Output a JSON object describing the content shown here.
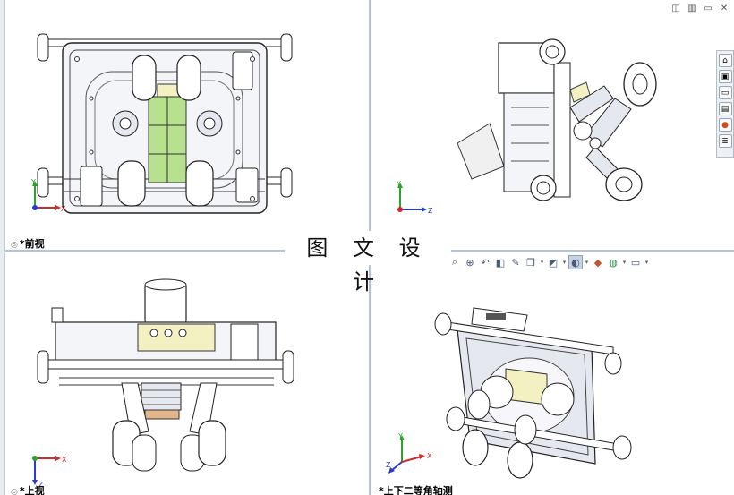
{
  "watermark": "图 文 设 计",
  "views": {
    "front": {
      "label": "*前视"
    },
    "right": {
      "label": ""
    },
    "top": {
      "label": "*上视"
    },
    "iso": {
      "label": "*上下二等角轴测"
    }
  },
  "triad": {
    "x": "X",
    "y": "Y",
    "z": "Z"
  },
  "window_controls": [
    "restore-icon",
    "tile-icon",
    "maximize-icon",
    "close-icon"
  ],
  "side_panel_icons": [
    "home-icon",
    "parts-icon",
    "folder-icon",
    "view-palette-icon",
    "appearance-icon",
    "custom-properties-icon"
  ],
  "toolbar_icons": [
    "zoom-to-fit-icon",
    "zoom-area-icon",
    "previous-view-icon",
    "section-view-icon",
    "dynamic-annotation-icon",
    "view-orientation-icon",
    "display-style-icon",
    "hide-show-icon",
    "edit-appearance-icon",
    "apply-scene-icon",
    "view-settings-icon"
  ],
  "colors": {
    "divider": "#b9c3cf",
    "triad_x": "#d22a2a",
    "triad_y": "#2aa52a",
    "triad_z": "#2a3ad2",
    "part_green": "#b7e08f",
    "part_frame": "#e6e8f0",
    "part_yellow": "#f3f0c2"
  }
}
